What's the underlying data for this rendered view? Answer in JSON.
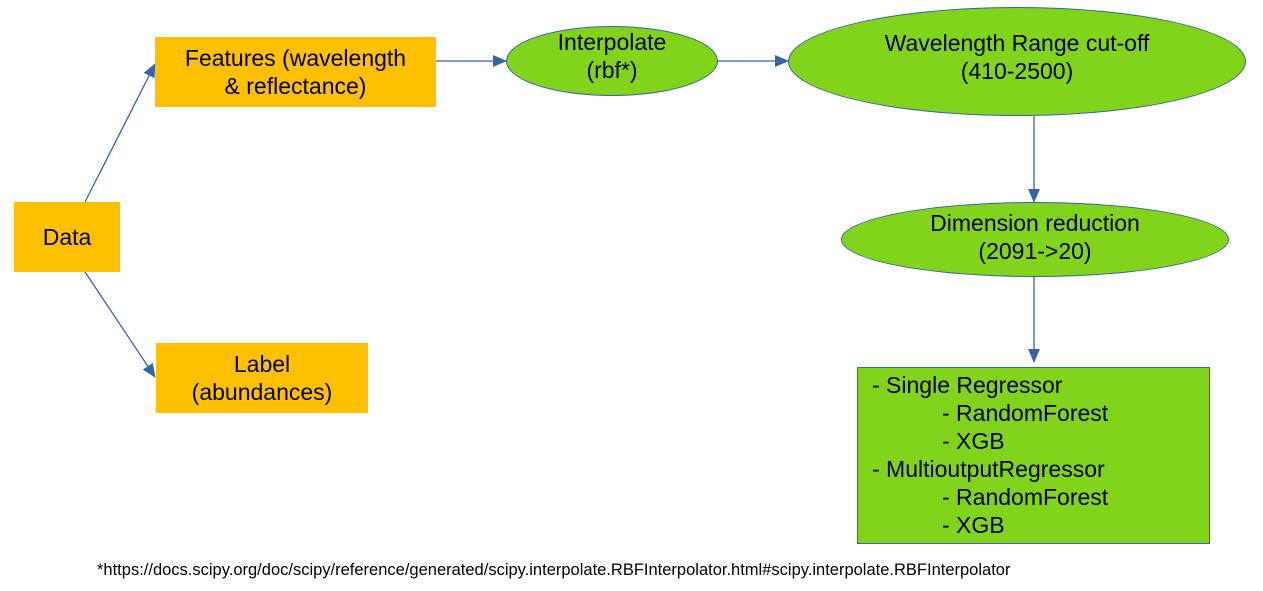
{
  "nodes": {
    "data": {
      "label": "Data"
    },
    "features": {
      "line1": "Features (wavelength",
      "line2": "& reflectance)"
    },
    "label": {
      "line1": "Label",
      "line2": "(abundances)"
    },
    "interpolate": {
      "line1": "Interpolate",
      "line2": "(rbf*)"
    },
    "cutoff": {
      "line1": "Wavelength Range cut-off",
      "line2": "(410-2500)"
    },
    "dimred": {
      "line1": "Dimension reduction",
      "line2": "(2091->20)"
    },
    "models": {
      "single": "- Single Regressor",
      "single_rf": "- RandomForest",
      "single_xgb": "- XGB",
      "multi": "- MultioutputRegressor",
      "multi_rf": "- RandomForest",
      "multi_xgb": "- XGB"
    }
  },
  "footnote": "*https://docs.scipy.org/doc/scipy/reference/generated/scipy.interpolate.RBFInterpolator.html#scipy.interpolate.RBFInterpolator",
  "colors": {
    "orange": "#ffc000",
    "green": "#81d41a",
    "arrow": "#3465a4"
  }
}
